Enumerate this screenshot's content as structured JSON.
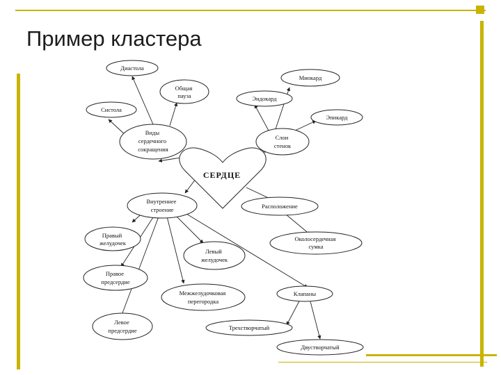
{
  "slide": {
    "title": "Пример кластера",
    "accent_color": "#c8b400"
  },
  "diagram": {
    "center": "СЕРДЦЕ",
    "nodes": {
      "diastola": [
        "Диастола"
      ],
      "obshaya_pauza": [
        "Общая",
        "пауза"
      ],
      "sistola": [
        "Систола"
      ],
      "vidy": [
        "Виды",
        "сердечного",
        "сокращения"
      ],
      "miokard": [
        "Миокард"
      ],
      "endokard": [
        "Эндокард"
      ],
      "epikard": [
        "Эпикард"
      ],
      "sloi": [
        "Слои",
        "стенок"
      ],
      "vnutrennee": [
        "Внутреннее",
        "строение"
      ],
      "raspolozhenie": [
        "Расположение"
      ],
      "okoloserdechnaya": [
        "Околосердечная",
        "сумка"
      ],
      "pravyi_zheludochek": [
        "Правый",
        "желудочек"
      ],
      "levyi_zheludochek": [
        "Левый",
        "желудочек"
      ],
      "pravoe_predserdie": [
        "Правое",
        "предсердие"
      ],
      "mezhzheludochkovaya": [
        "Межжелудочковая",
        "перегородка"
      ],
      "klapany": [
        "Клапаны"
      ],
      "levoe_predserdie": [
        "Левое",
        "предсердие"
      ],
      "trehstvorchatyi": [
        "Трехстворчатый"
      ],
      "dvustvorchatyi": [
        "Двустворчатый"
      ]
    }
  }
}
